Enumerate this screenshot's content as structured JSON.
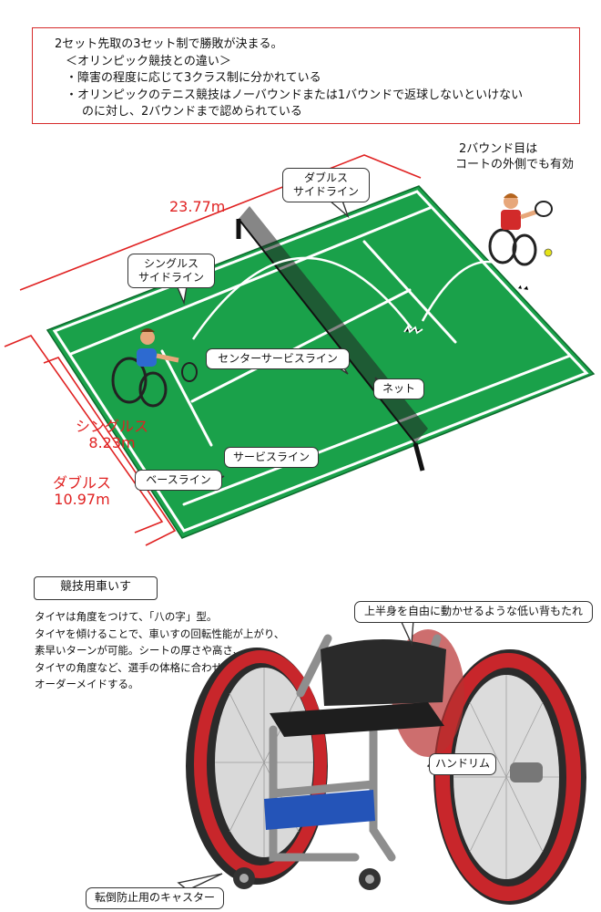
{
  "rules_box": {
    "lines": [
      "2セット先取の3セット制で勝敗が決まる。",
      "＜オリンピック競技との違い＞",
      "・障害の程度に応じて3クラス制に分かれている",
      "・オリンピックのテニス競技はノーバウンドまたは1バウンドで返球しないといけない",
      "のに対し、2バウンドまで認められている"
    ]
  },
  "court": {
    "length": "23.77m",
    "singles_label": "シングルス",
    "singles_width": "8.23m",
    "doubles_label": "ダブルス",
    "doubles_width": "10.97m",
    "callout_doubles_sideline": [
      "ダブルス",
      "サイドライン"
    ],
    "callout_singles_sideline": [
      "シングルス",
      "サイドライン"
    ],
    "callout_center_service_line": "センターサービスライン",
    "callout_net": "ネット",
    "callout_service_line": "サービスライン",
    "callout_baseline": "ベースライン",
    "second_bounce_note": [
      "2バウンド目は",
      "コートの外側でも有効"
    ]
  },
  "wheelchair": {
    "title": "競技用車いす",
    "description": [
      "タイヤは角度をつけて、「八の字」型。",
      "タイヤを傾けることで、車いすの回転性能が上がり、",
      "素早いターンが可能。シートの厚さや高さ、",
      "タイヤの角度など、選手の体格に合わせて",
      "オーダーメイドする。"
    ],
    "callout_backrest": "上半身を自由に動かせるような低い背もたれ",
    "callout_handrim": "ハンドリム",
    "callout_caster": "転倒防止用のキャスター"
  },
  "colors": {
    "court_green": "#1aa14a",
    "dimension_red": "#e02222",
    "rim_red": "#c8262b",
    "strap_blue": "#2454b8"
  }
}
